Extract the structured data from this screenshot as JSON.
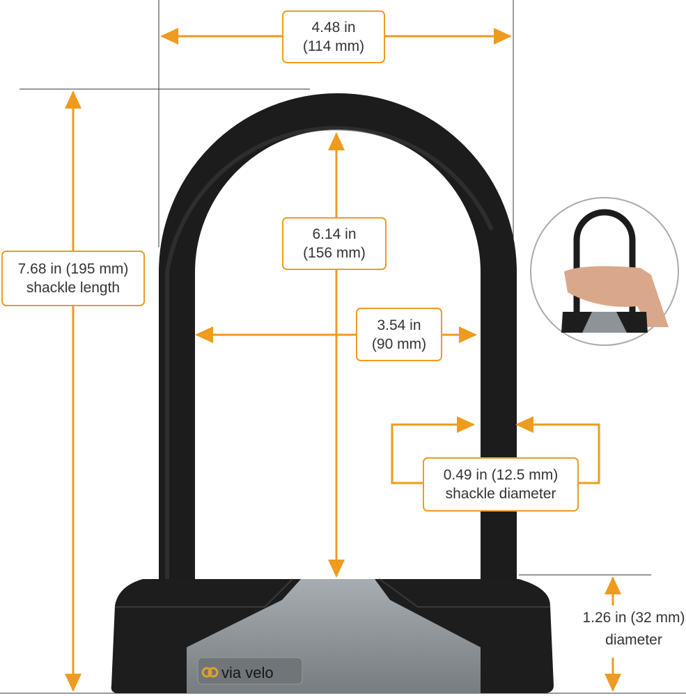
{
  "colors": {
    "accent": "#EE9B1F",
    "lock_body": "#1e1e1e",
    "plate": "#8d9397"
  },
  "dimensions": {
    "overall_width": {
      "line1": "4.48 in",
      "line2": "(114 mm)"
    },
    "shackle_length": {
      "line1": "7.68 in (195 mm)",
      "line2": "shackle length"
    },
    "inner_height": {
      "line1": "6.14 in",
      "line2": "(156 mm)"
    },
    "inner_width": {
      "line1": "3.54 in",
      "line2": "(90 mm)"
    },
    "shackle_diameter": {
      "line1": "0.49 in (12.5 mm)",
      "line2": "shackle diameter"
    },
    "body_diameter": {
      "line1": "1.26 in (32 mm)",
      "line2": "diameter"
    }
  },
  "brand": {
    "logo_text": "via velo"
  }
}
